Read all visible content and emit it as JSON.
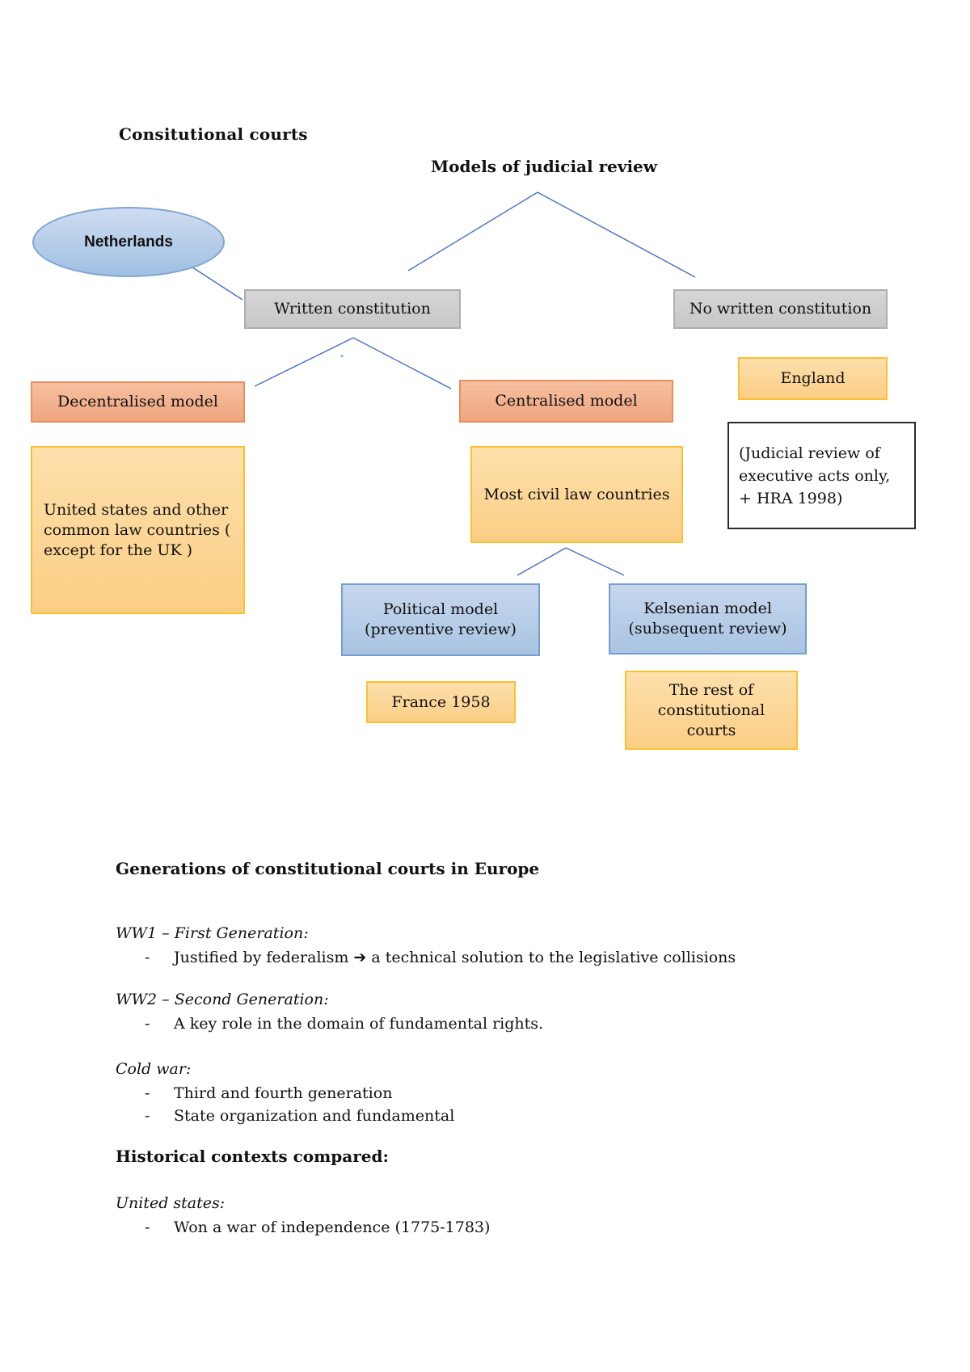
{
  "page": {
    "title": "Consitutional courts",
    "diagram_title": "Models of judicial review"
  },
  "diagram": {
    "nodes": {
      "netherlands": {
        "label": "Netherlands"
      },
      "written": {
        "label": "Written constitution"
      },
      "no_written": {
        "label": "No written constitution"
      },
      "england": {
        "label": "England"
      },
      "judicial_note": {
        "label": "(Judicial review of\nexecutive acts only,\n+ HRA 1998)"
      },
      "decentralised": {
        "label": "Decentralised model"
      },
      "centralised": {
        "label": "Centralised model"
      },
      "us_common": {
        "label": "United states and other\ncommon law countries (\nexcept for the UK )"
      },
      "civil": {
        "label": "Most civil law countries"
      },
      "political": {
        "label": "Political model\n(preventive review)"
      },
      "kelsenian": {
        "label": "Kelsenian model\n(subsequent review)"
      },
      "france": {
        "label": "France 1958"
      },
      "rest": {
        "label": "The rest of\nconstitutional\ncourts"
      }
    },
    "colors": {
      "connector_blue": "#4472c4",
      "ellipse_fill": "#aec7e8",
      "gray_fill": "#cccccc",
      "salmon_fill": "#f2b193",
      "yellow_fill": "#fcd694",
      "yellow_border": "#ffc000",
      "blue_fill": "#b5cce7"
    }
  },
  "notes": {
    "bullet_marker": "-",
    "generations_heading": "Generations of constitutional courts in Europe",
    "sections": [
      {
        "heading": "WW1 – First Generation:",
        "bullets": [
          "Justified by federalism ➔ a technical solution to the legislative collisions"
        ]
      },
      {
        "heading": "WW2 – Second Generation:",
        "bullets": [
          "A key role in the domain of fundamental rights."
        ]
      },
      {
        "heading": "Cold war:",
        "bullets": [
          "Third and fourth generation",
          "State organization and fundamental"
        ]
      },
      {
        "heading": "Historical contexts compared:",
        "bullets": []
      },
      {
        "heading": "United states:",
        "bullets": [
          "Won a war of independence (1775-1783)"
        ]
      }
    ]
  }
}
